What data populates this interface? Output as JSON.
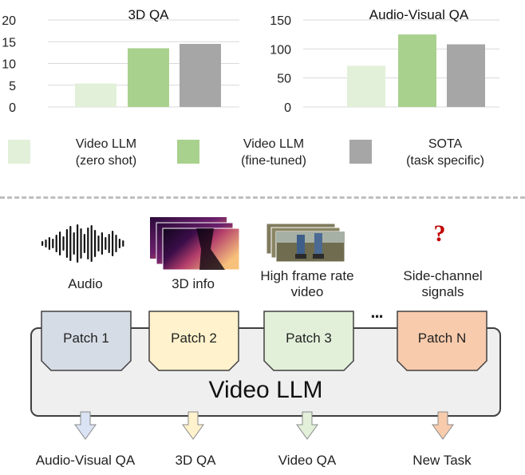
{
  "chart_data": [
    {
      "type": "bar",
      "title": "3D QA",
      "categories": [
        "Video LLM (zero shot)",
        "Video LLM (fine-tuned)",
        "SOTA (task specific)"
      ],
      "values": [
        5.4,
        13.5,
        14.5
      ],
      "ylim": [
        0,
        20
      ],
      "yticks": [
        "0",
        "5",
        "10",
        "15",
        "20"
      ],
      "grid": true
    },
    {
      "type": "bar",
      "title": "Audio-Visual QA",
      "categories": [
        "Video LLM (zero shot)",
        "Video LLM (fine-tuned)",
        "SOTA (task specific)"
      ],
      "values": [
        71,
        125,
        108
      ],
      "ylim": [
        0,
        150
      ],
      "yticks": [
        "0",
        "50",
        "100",
        "150"
      ],
      "grid": true
    }
  ],
  "legend": [
    {
      "line1": "Video LLM",
      "line2": "(zero shot)",
      "color": "#e2f0d9"
    },
    {
      "line1": "Video LLM",
      "line2": "(fine-tuned)",
      "color": "#a9d18e"
    },
    {
      "line1": "SOTA",
      "line2": "(task specific)",
      "color": "#a6a6a6"
    }
  ],
  "inputs": [
    {
      "label": "Audio",
      "icon": "waveform-icon"
    },
    {
      "label": "3D info",
      "icon": "depth-map-icon"
    },
    {
      "label": "High frame rate video",
      "line1": "High frame rate",
      "line2": "video",
      "icon": "video-frames-icon"
    },
    {
      "label": "Side-channel signals",
      "line1": "Side-channel",
      "line2": "signals",
      "icon": "question-mark-icon",
      "glyph": "?"
    }
  ],
  "ellipsis": "...",
  "patches": [
    {
      "label": "Patch 1",
      "color": "#d6dce5"
    },
    {
      "label": "Patch 2",
      "color": "#fff2cc"
    },
    {
      "label": "Patch 3",
      "color": "#e2f0d9"
    },
    {
      "label": "Patch N",
      "color": "#f8cbad"
    }
  ],
  "model_label": "Video LLM",
  "outputs": [
    {
      "label": "Audio-Visual QA",
      "color": "#dae3f3"
    },
    {
      "label": "3D QA",
      "color": "#fff2cc"
    },
    {
      "label": "Video QA",
      "color": "#e2f0d9"
    },
    {
      "label": "New Task",
      "color": "#f8cbad"
    }
  ],
  "colors": {
    "grid": "#d9d9d9",
    "divider": "#bfbfbf",
    "panel": "#efefef",
    "accent_red": "#c00000"
  }
}
